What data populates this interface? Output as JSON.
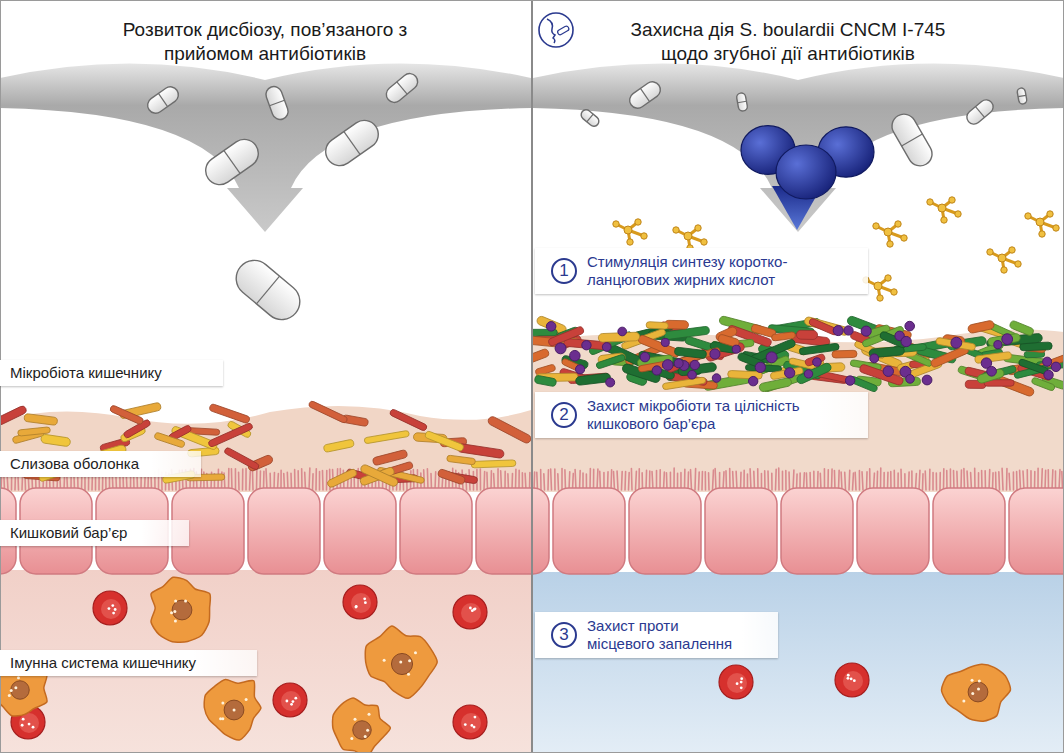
{
  "diagram": {
    "nodes": [
      {
        "text": [
          "Розвиток дисбіозу, пов’язаного з прийомом антибіотиків"
        ]
      },
      {
        "text": [
          "Мікробіота кишечнику"
        ],
        "in": 0
      },
      {
        "text": [
          "Слизова оболонка"
        ],
        "in": 0
      },
      {
        "text": [
          "Кишковий бар’єр"
        ],
        "in": 0
      },
      {
        "text": [
          "Імунна система кишечнику"
        ],
        "in": 0
      },
      {
        "text": [
          "Захисна дія S. boulardii CNCM I-745 щодо згубної дії антибіотиків"
        ]
      },
      {
        "text": [
          "1",
          "Стимуляція синтезу коротко- ланцюгових жирних кислот"
        ],
        "in": 5
      },
      {
        "text": [
          "2",
          "Захист мікробіоти та цілісність кишкового бар’єра"
        ],
        "in": 5
      },
      {
        "text": [
          "3",
          "Захист проти місцевого запалення"
        ],
        "in": 5
      }
    ]
  }
}
